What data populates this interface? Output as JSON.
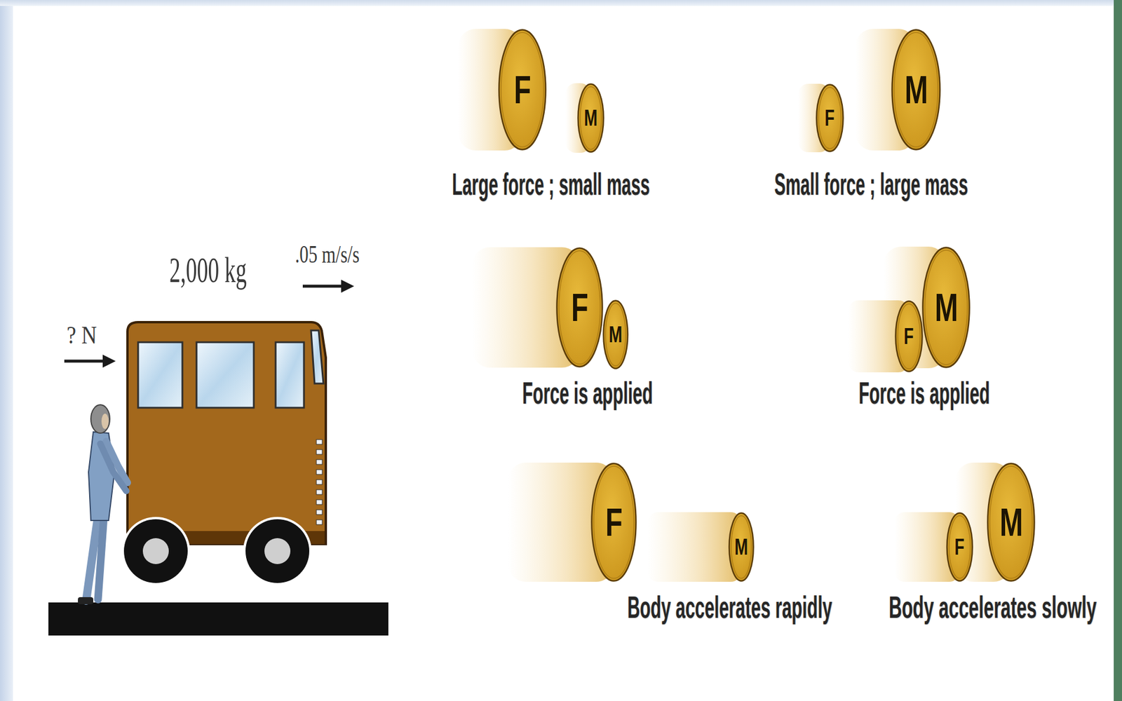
{
  "diagram": {
    "nodes": [
      {
        "text": [
          "F"
        ]
      },
      {
        "text": [
          "M"
        ]
      },
      {
        "text": [
          "F"
        ]
      },
      {
        "text": [
          "M"
        ]
      },
      {
        "text": [
          "F"
        ]
      },
      {
        "text": [
          "M"
        ]
      },
      {
        "text": [
          "F"
        ]
      },
      {
        "text": [
          "M"
        ]
      },
      {
        "text": [
          "F"
        ]
      },
      {
        "text": [
          "M"
        ]
      },
      {
        "text": [
          "F"
        ]
      },
      {
        "text": [
          "M"
        ]
      }
    ],
    "labels": [
      "2,000 kg",
      ".05 m/s/s",
      "? N",
      "Large force ; small mass",
      "Small force ; large mass",
      "Force is applied",
      "Force is applied",
      "Body accelerates rapidly",
      "Body accelerates slowly"
    ]
  }
}
